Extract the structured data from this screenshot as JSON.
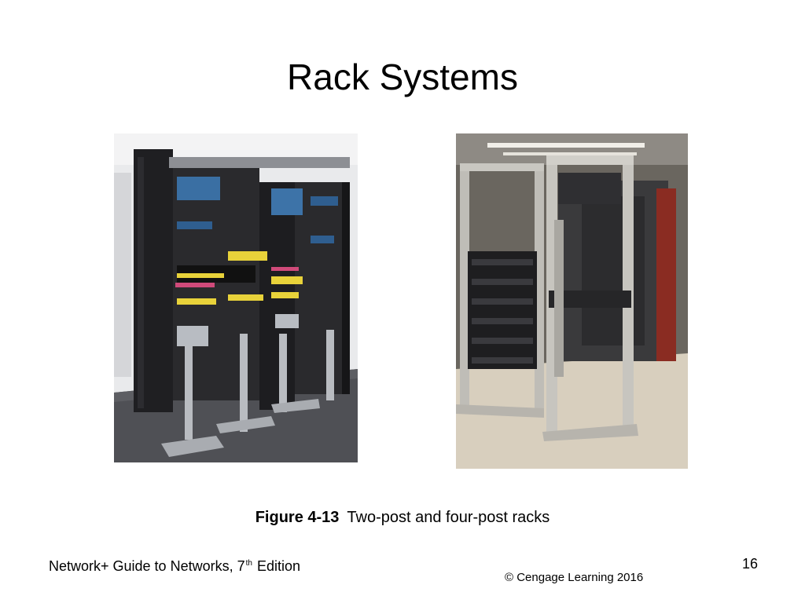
{
  "slide": {
    "title": "Rack Systems"
  },
  "caption": {
    "figure_label": "Figure 4-13",
    "text": "Two-post and four-post racks"
  },
  "footer": {
    "book_title_before": "Network+ Guide to Networks, 7",
    "book_title_sup": "th",
    "book_title_after": " Edition",
    "page_number": "16",
    "copyright": "© Cengage Learning  2016"
  },
  "images": {
    "left": {
      "depicts": "two-post-racks-photo"
    },
    "right": {
      "depicts": "four-post-racks-photo"
    }
  }
}
